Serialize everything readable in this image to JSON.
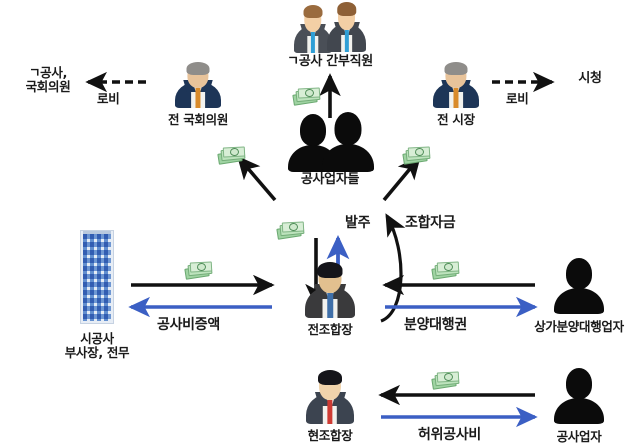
{
  "diagram": {
    "title": "construction bribery relationship diagram",
    "colors": {
      "black_arrow": "#111111",
      "blue_arrow": "#3b5fc4",
      "text": "#1a1a1a",
      "money": "#9fd3a2"
    },
    "nodes": [
      {
        "id": "ga-gongsa-assembly",
        "label": "ㄱ공사,\n국회의원",
        "icon": "text-only"
      },
      {
        "id": "former-assemblyman",
        "label": "전 국회의원",
        "icon": "suited-person-icon"
      },
      {
        "id": "ga-gongsa-executives",
        "label": "ㄱ공사 간부직원",
        "icon": "two-business-people-icon"
      },
      {
        "id": "former-mayor",
        "label": "전 시장",
        "icon": "suited-person-icon"
      },
      {
        "id": "city-hall",
        "label": "시청",
        "icon": "text-only"
      },
      {
        "id": "contractors",
        "label": "공사업자들",
        "icon": "two-silhouettes-icon"
      },
      {
        "id": "builder-execs",
        "label": "시공사\n부사장, 전무",
        "icon": "building-icon"
      },
      {
        "id": "former-union-head",
        "label": "전조합장",
        "icon": "suited-person-icon"
      },
      {
        "id": "sales-agent",
        "label": "상가분양대행업자",
        "icon": "silhouette-person-icon"
      },
      {
        "id": "current-union-head",
        "label": "현조합장",
        "icon": "suited-person-icon"
      },
      {
        "id": "contractor",
        "label": "공사업자",
        "icon": "silhouette-person-icon"
      }
    ],
    "node_labels": {
      "ga_gongsa_assembly_line1": "ㄱ공사,",
      "ga_gongsa_assembly_line2": "국회의원",
      "former_assemblyman": "전 국회의원",
      "ga_gongsa_executives": "ㄱ공사 간부직원",
      "former_mayor": "전 시장",
      "city_hall": "시청",
      "contractors": "공사업자들",
      "builder_execs_line1": "시공사",
      "builder_execs_line2": "부사장, 전무",
      "former_union_head": "전조합장",
      "sales_agent": "상가분양대행업자",
      "current_union_head": "현조합장",
      "contractor": "공사업자"
    },
    "edges": [
      {
        "id": "lobby-left",
        "label": "로비",
        "style": "dashed",
        "color": "#111111",
        "from": "former-assemblyman",
        "to": "ga-gongsa-assembly"
      },
      {
        "id": "lobby-right",
        "label": "로비",
        "style": "dashed",
        "color": "#111111",
        "from": "former-mayor",
        "to": "city-hall"
      },
      {
        "id": "money-up",
        "label": "",
        "style": "solid",
        "color": "#111111",
        "from": "contractors",
        "to": "ga-gongsa-executives"
      },
      {
        "id": "money-upleft",
        "label": "",
        "style": "solid",
        "color": "#111111",
        "from": "contractors",
        "to": "former-assemblyman"
      },
      {
        "id": "money-upright",
        "label": "",
        "style": "solid",
        "color": "#111111",
        "from": "contractors",
        "to": "former-mayor"
      },
      {
        "id": "money-down",
        "label": "",
        "style": "solid",
        "color": "#111111",
        "from": "contractors",
        "to": "former-union-head"
      },
      {
        "id": "order",
        "label": "발주",
        "style": "solid",
        "color": "#3b5fc4",
        "from": "former-union-head",
        "to": "contractors"
      },
      {
        "id": "union-funds",
        "label": "조합자금",
        "style": "curved",
        "color": "#111111",
        "from": "former-union-head",
        "to": "contractors"
      },
      {
        "id": "builder-money",
        "label": "",
        "style": "solid",
        "color": "#111111",
        "from": "builder-execs",
        "to": "former-union-head"
      },
      {
        "id": "cost-increase",
        "label": "공사비증액",
        "style": "solid",
        "color": "#3b5fc4",
        "from": "former-union-head",
        "to": "builder-execs"
      },
      {
        "id": "agent-money",
        "label": "",
        "style": "solid",
        "color": "#111111",
        "from": "sales-agent",
        "to": "former-union-head"
      },
      {
        "id": "sales-right",
        "label": "분양대행권",
        "style": "solid",
        "color": "#3b5fc4",
        "from": "former-union-head",
        "to": "sales-agent"
      },
      {
        "id": "contractor-money",
        "label": "",
        "style": "solid",
        "color": "#111111",
        "from": "contractor",
        "to": "current-union-head"
      },
      {
        "id": "false-cost",
        "label": "허위공사비",
        "style": "solid",
        "color": "#3b5fc4",
        "from": "current-union-head",
        "to": "contractor"
      }
    ],
    "edge_labels": {
      "lobby_left": "로비",
      "lobby_right": "로비",
      "order": "발주",
      "union_funds": "조합자금",
      "cost_increase": "공사비증액",
      "sales_right": "분양대행권",
      "false_cost": "허위공사비"
    }
  }
}
